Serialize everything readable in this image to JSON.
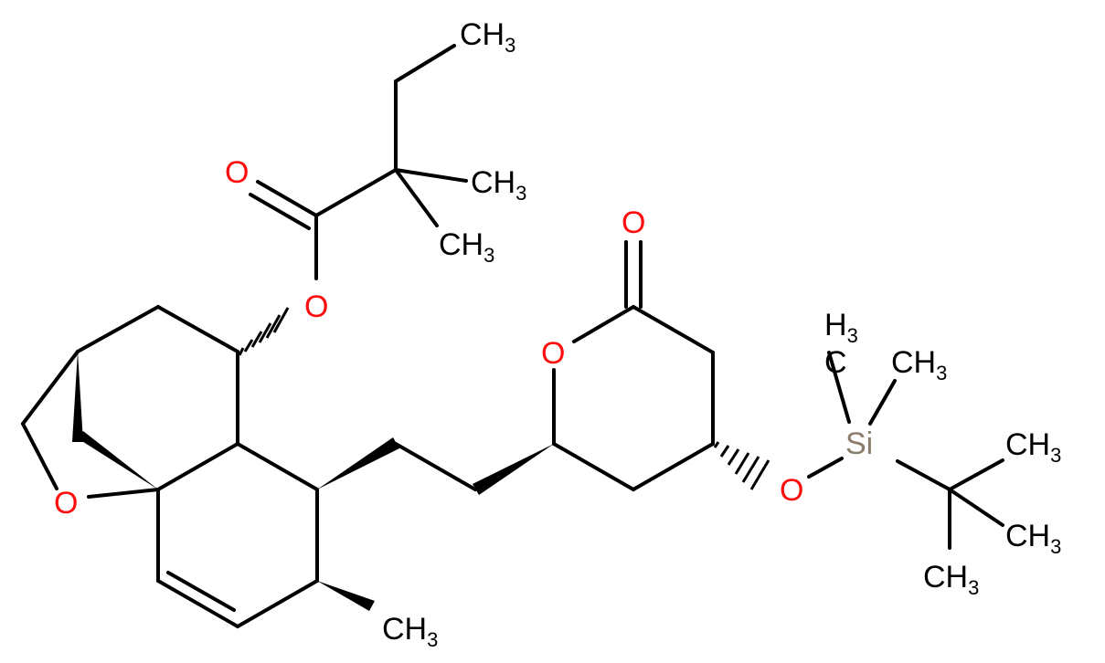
{
  "colors": {
    "bond": "#000000",
    "oxygen": "#ff0d0d",
    "silicon": "#8b7d6b",
    "carbon_label": "#000000"
  },
  "atoms": {
    "ch3_top": {
      "main": "CH",
      "sub": "3"
    },
    "ch3_gem_a": {
      "main": "CH",
      "sub": "3"
    },
    "ch3_gem_b": {
      "main": "CH",
      "sub": "3"
    },
    "ch3_ring": {
      "main": "CH",
      "sub": "3"
    },
    "o_carbonyl": "O",
    "o_ester": "O",
    "o_bridge": "O",
    "o_lactone_ring": "O",
    "o_lactone_carbonyl": "O",
    "o_silyl": "O",
    "si": "Si",
    "h3c_si": {
      "main": "H",
      "sub": "3",
      "tail": "C"
    },
    "ch3_si": {
      "main": "CH",
      "sub": "3"
    },
    "ch3_tbu_a": {
      "main": "CH",
      "sub": "3"
    },
    "ch3_tbu_b": {
      "main": "CH",
      "sub": "3"
    },
    "ch3_tbu_c": {
      "main": "CH",
      "sub": "3"
    }
  }
}
